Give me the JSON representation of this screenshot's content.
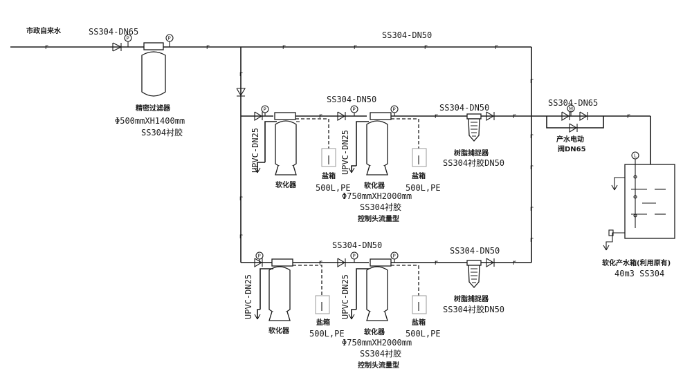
{
  "labels": {
    "city_water": "市政自来水",
    "inlet_pipe": "SS304-DN65",
    "top_pipe": "SS304-DN50",
    "precision_filter": {
      "name": "精密过滤器",
      "size": "Φ500mmXH1400mm",
      "material": "SS304衬胶"
    },
    "upvc_left_upper": "UPVC-DN25",
    "upvc_mid_upper": "UPVC-DN25",
    "upvc_left_lower": "UPVC-DN25",
    "upvc_mid_lower": "UPVC-DN25",
    "upper_mid_pipe": "SS304-DN50",
    "upper_right_pipe": "SS304-DN50",
    "lower_mid_pipe": "SS304-DN50",
    "lower_right_pipe": "SS304-DN50",
    "softener_a": "软化器",
    "softener_b": "软化器",
    "softener_c": "软化器",
    "softener_d": "软化器",
    "brine_a": {
      "name": "盐箱",
      "spec": "500L,PE"
    },
    "brine_b": {
      "name": "盐箱",
      "spec": "500L,PE"
    },
    "brine_c": {
      "name": "盐箱",
      "spec": "500L,PE"
    },
    "brine_d": {
      "name": "盐箱",
      "spec": "500L,PE"
    },
    "softener_spec_upper": {
      "size": "Φ750mmXH2000mm",
      "material": "SS304衬胶",
      "control": "控制头流量型"
    },
    "softener_spec_lower": {
      "size": "Φ750mmXH2000mm",
      "material": "SS304衬胶",
      "control": "控制头流量型"
    },
    "resin_trap_upper": {
      "name": "树脂捕捉器",
      "spec": "SS304衬胶DN50"
    },
    "resin_trap_lower": {
      "name": "树脂捕捉器",
      "spec": "SS304衬胶DN50"
    },
    "bypass_pipe": "SS304-DN65",
    "motor_valve": {
      "line1": "产水电动",
      "line2": "阀DN65"
    },
    "product_tank": {
      "name": "软化产水箱(利用原有)",
      "spec": "40m3 SS304"
    },
    "gauge_p": "P",
    "gauge_m": "M",
    "gauge_level": "L",
    "pipe_mark": "r"
  }
}
